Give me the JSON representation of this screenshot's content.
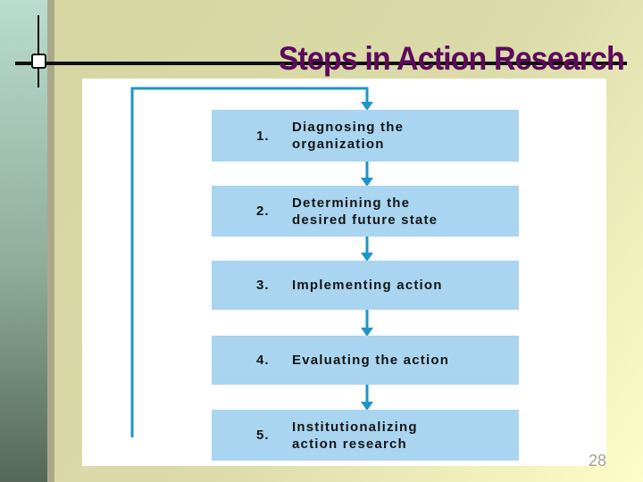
{
  "slide": {
    "title": "Steps in Action Research",
    "page_number": "28"
  },
  "diagram": {
    "type": "flowchart",
    "flow": "vertical sequence of 5 steps with feedback loop from bottom-left back to step 1",
    "steps": [
      {
        "number": "1.",
        "label": "Diagnosing the organization"
      },
      {
        "number": "2.",
        "label": "Determining the desired future state"
      },
      {
        "number": "3.",
        "label": "Implementing action"
      },
      {
        "number": "4.",
        "label": "Evaluating the action"
      },
      {
        "number": "5.",
        "label": "Institutionalizing action research"
      }
    ]
  },
  "colors": {
    "title_text": "#5c095c",
    "title_underline": "#101010",
    "box_fill": "#a9d5f0",
    "box_text": "#141414",
    "connector_blue": "#1d95c9",
    "background_beige_top": "#d5d5a0",
    "background_yellow_bottom": "#fdfdc9",
    "sidebar_gradient_top": "#b9dccd",
    "sidebar_gradient_bottom": "#55685a",
    "stripe_olive": "#a9a98a",
    "panel_white": "#ffffff",
    "page_number_grey": "#a0a48c"
  }
}
